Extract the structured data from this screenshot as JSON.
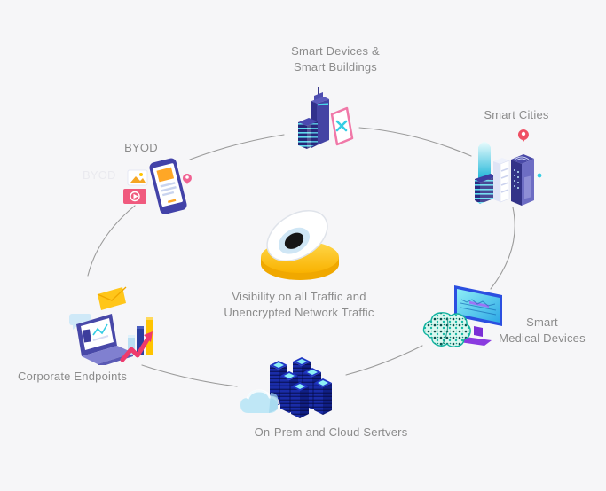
{
  "diagram": {
    "center": {
      "label": "Visibility on all Traffic and\nUnencrypted Network Traffic",
      "icon": "eye-on-yellow-disc"
    },
    "nodes": {
      "smart_devices": {
        "label": "Smart Devices &\nSmart Buildings",
        "icon": "isometric-buildings-and-tablet",
        "position": "top"
      },
      "smart_cities": {
        "label": "Smart Cities",
        "icon": "isometric-city-towers-with-pin",
        "position": "top-right"
      },
      "byod": {
        "label": "BYOD",
        "ghost_label": "BYOD",
        "icon": "smartphone-with-media-cards",
        "position": "top-left"
      },
      "smart_medical": {
        "label": "Smart\nMedical Devices",
        "icon": "brain-and-monitor",
        "position": "right"
      },
      "corporate_endpoints": {
        "label": "Corporate Endpoints",
        "icon": "laptop-mail-chart",
        "position": "bottom-left"
      },
      "on_prem_cloud_servers": {
        "label": "On-Prem and Cloud Sertvers",
        "icon": "server-towers-and-cloud",
        "position": "bottom"
      }
    },
    "connections": "ellipse arcs linking all six nodes around the central eye",
    "colors": {
      "background": "#f6f6f8",
      "text": "#8b8b8b",
      "arc_line": "#9b9b9b",
      "indigo": "#3f3f9a",
      "blue_dark": "#16279b",
      "cyan": "#35cde4",
      "yellow": "#ffc400",
      "pink": "#f05a7e",
      "red_pin": "#ef4f63",
      "teal": "#12b3a0",
      "eye_yellow": "#ffd021"
    }
  }
}
